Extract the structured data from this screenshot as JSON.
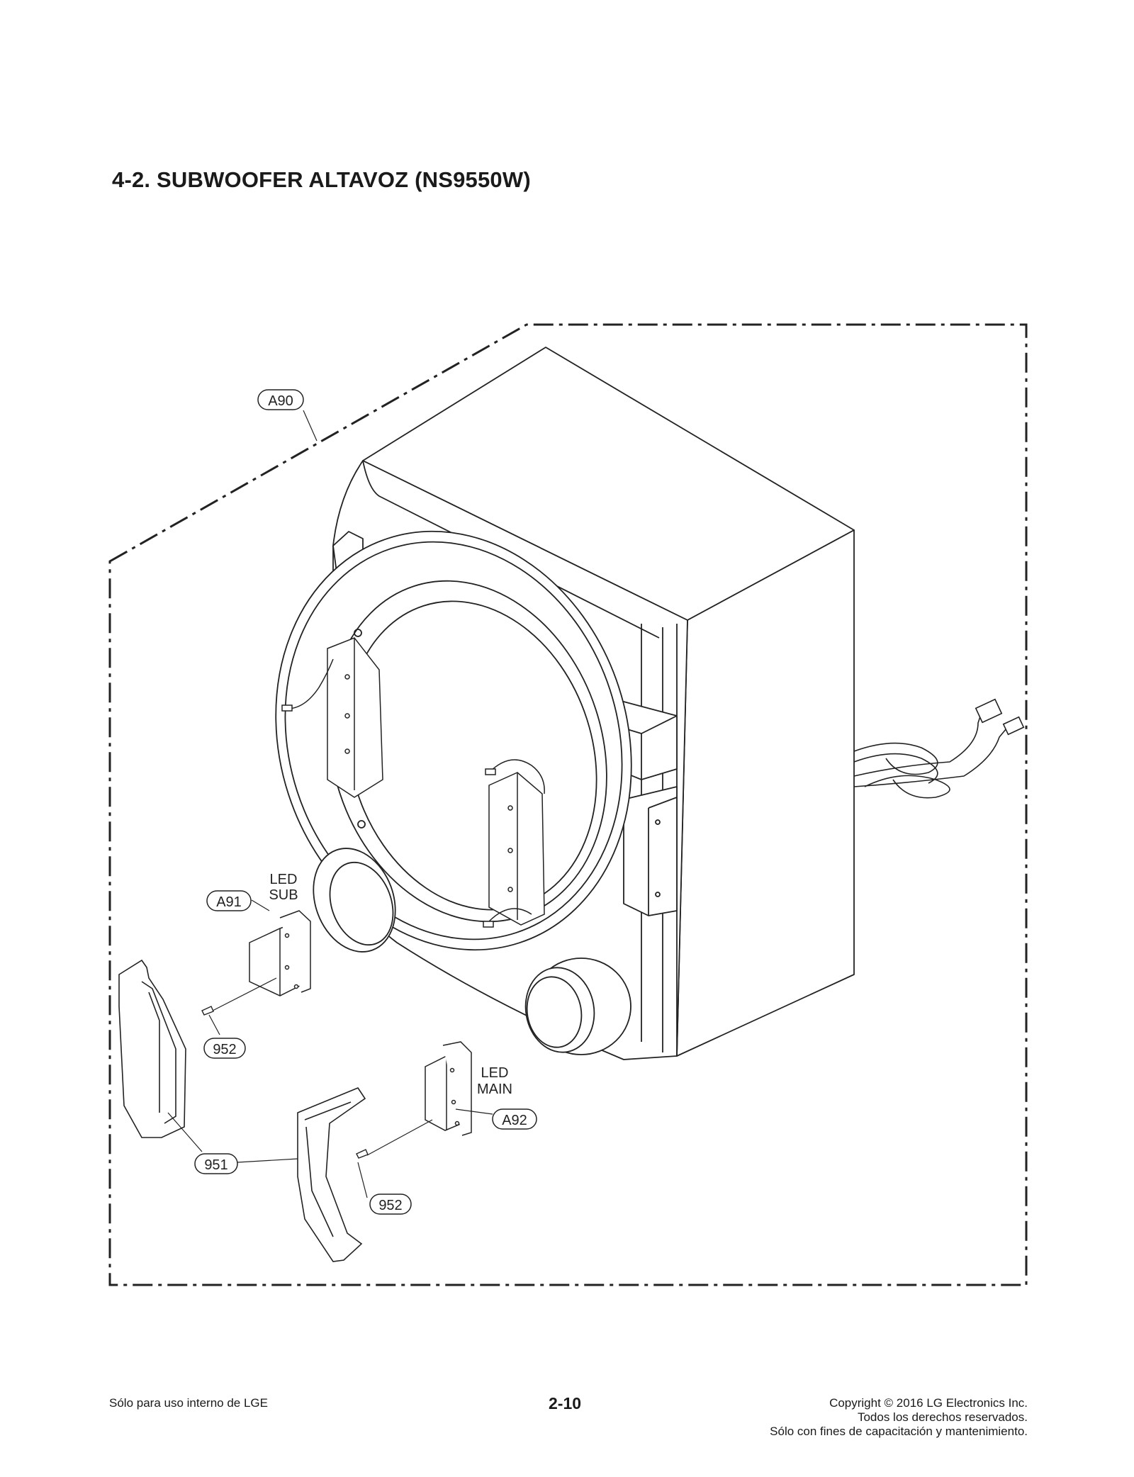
{
  "page": {
    "section_title": "4-2. SUBWOOFER ALTAVOZ (NS9550W)",
    "page_number": "2-10"
  },
  "footer": {
    "left_text": "Sólo para uso interno de LGE",
    "copyright_line1": "Copyright © 2016 LG Electronics Inc.",
    "copyright_line2": "Todos los derechos reservados.",
    "copyright_line3": "Sólo con fines de capacitación y mantenimiento."
  },
  "diagram": {
    "callouts": {
      "a90": "A90",
      "a91": "A91",
      "a92": "A92",
      "p952_top": "952",
      "p952_bottom": "952",
      "p951": "951"
    },
    "labels": {
      "led_sub_1": "LED",
      "led_sub_2": "SUB",
      "led_main_1": "LED",
      "led_main_2": "MAIN"
    }
  }
}
